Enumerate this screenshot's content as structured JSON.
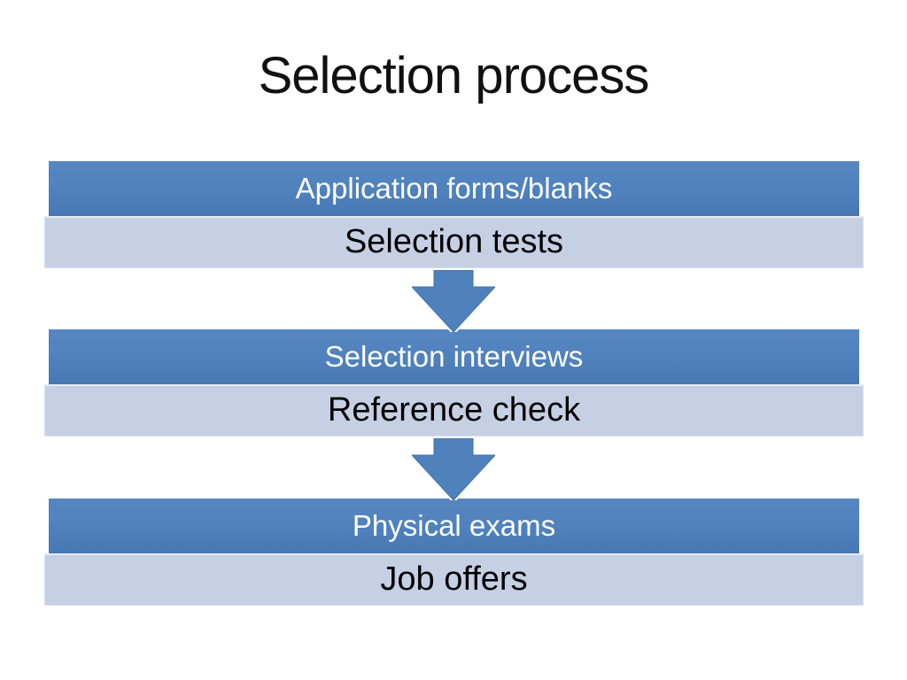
{
  "slide": {
    "title": "Selection process",
    "colors": {
      "title_color": "#111111",
      "header_fill": "#4f81bd",
      "header_text": "#ffffff",
      "subrow_fill": "#c6d0e5",
      "subrow_text": "#000000",
      "arrow_fill": "#4f81bd"
    },
    "steps": [
      {
        "header": "Application forms/blanks",
        "sub": "Selection tests"
      },
      {
        "header": "Selection interviews",
        "sub": "Reference check"
      },
      {
        "header": "Physical exams",
        "sub": "Job offers"
      }
    ]
  }
}
